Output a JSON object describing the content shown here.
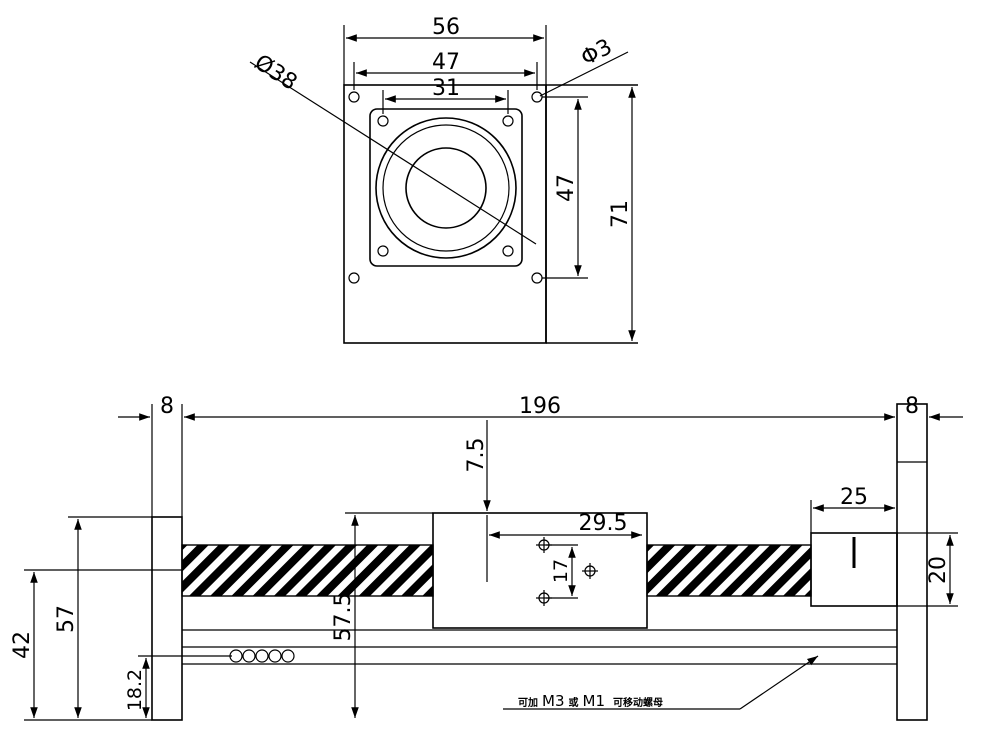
{
  "top_view": {
    "width_outer": "56",
    "hole_spacing_outer": "47",
    "hole_spacing_inner": "31",
    "diameter_large": "Ø38",
    "diameter_hole": "Φ3",
    "height_inner": "47",
    "height_outer": "71"
  },
  "side_view": {
    "left_plate": "8",
    "length": "196",
    "right_plate": "8",
    "carriage_offset": "7.5",
    "hole_spacing_x": "29.5",
    "hole_spacing_y": "17",
    "motor_length": "25",
    "motor_height": "20",
    "height_total": "57",
    "height_rail": "42",
    "height_carriage": "57.5",
    "height_base": "18.2"
  },
  "note": {
    "prefix": "可加",
    "m3": "M3",
    "or": "或",
    "m1": "M1",
    "suffix": "可移动螺母"
  }
}
